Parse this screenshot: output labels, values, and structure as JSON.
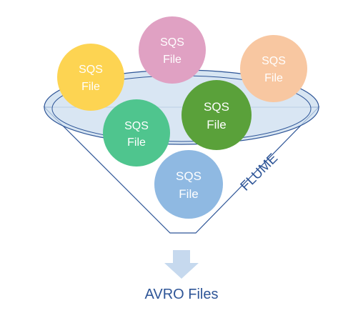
{
  "funnel_label": "FLUME",
  "output_label": "AVRO Files",
  "colors": {
    "outline": "#2e5597",
    "funnel_fill": "#ffffff",
    "rim_fill": "#c9dcee",
    "arrow": "#c6d9ee"
  },
  "circles": [
    {
      "name": "sqs-file-yellow",
      "line1": "SQS",
      "line2": "File",
      "color": "#fdd452"
    },
    {
      "name": "sqs-file-pink",
      "line1": "SQS",
      "line2": "File",
      "color": "#e0a1c3"
    },
    {
      "name": "sqs-file-peach",
      "line1": "SQS",
      "line2": "File",
      "color": "#f8c7a1"
    },
    {
      "name": "sqs-file-teal",
      "line1": "SQS",
      "line2": "File",
      "color": "#4fc58e"
    },
    {
      "name": "sqs-file-green",
      "line1": "SQS",
      "line2": "File",
      "color": "#5aa13a"
    },
    {
      "name": "sqs-file-blue",
      "line1": "SQS",
      "line2": "File",
      "color": "#8fb9e2"
    }
  ]
}
